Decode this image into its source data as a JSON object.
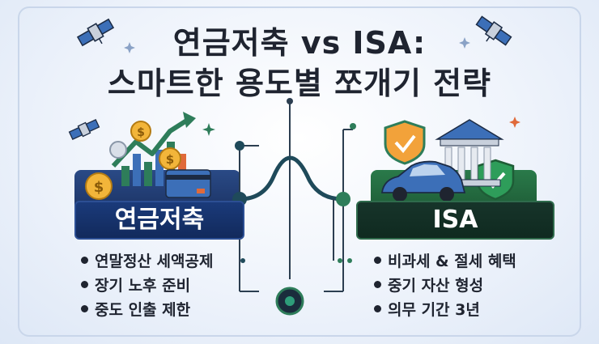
{
  "title": {
    "line1": "연금저축 vs ISA:",
    "line2": "스마트한 용도별 쪼개기 전략"
  },
  "left": {
    "label": "연금저축",
    "items": [
      "연말정산 세액공제",
      "장기 노후 준비",
      "중도 인출 제한"
    ]
  },
  "right": {
    "label": "ISA",
    "items": [
      "비과세 & 절세 혜택",
      "중기 자산 형성",
      "의무 기간 3년"
    ]
  },
  "icons": {
    "left_group": [
      "satellite-icon",
      "coin-icon",
      "bar-chart-icon",
      "trend-arrow-icon",
      "credit-card-icon"
    ],
    "right_group": [
      "shield-check-icon",
      "bank-icon",
      "car-icon"
    ],
    "center": [
      "network-node-icon"
    ]
  },
  "colors": {
    "left_accent": "#1c3466",
    "right_accent": "#1e5c36",
    "coin": "#f2b53a",
    "line": "#2c3e50"
  }
}
